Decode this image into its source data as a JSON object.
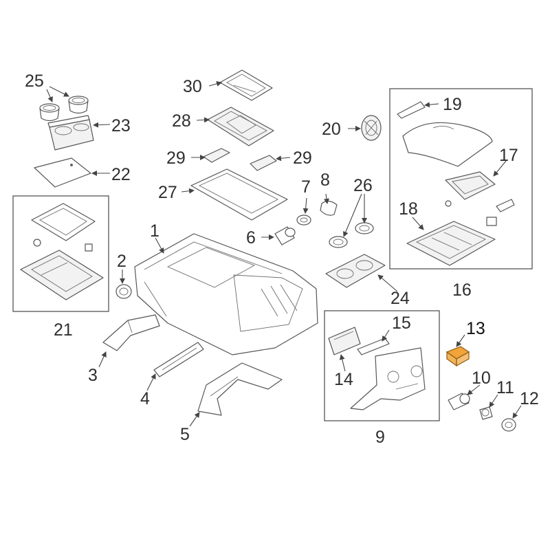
{
  "colors": {
    "highlight": "#f0a43a",
    "highlight_stroke": "#8a5a12",
    "line": "#555555",
    "text": "#2f2f2f"
  },
  "callouts": {
    "c1": "1",
    "c2": "2",
    "c3": "3",
    "c4": "4",
    "c5": "5",
    "c6": "6",
    "c7": "7",
    "c8": "8",
    "c9": "9",
    "c10": "10",
    "c11": "11",
    "c12": "12",
    "c13": "13",
    "c14": "14",
    "c15": "15",
    "c16": "16",
    "c17": "17",
    "c18": "18",
    "c19": "19",
    "c20": "20",
    "c21": "21",
    "c22": "22",
    "c23": "23",
    "c24": "24",
    "c25": "25",
    "c26": "26",
    "c27": "27",
    "c28": "28",
    "c29a": "29",
    "c29b": "29",
    "c30": "30"
  },
  "highlighted_part": "13"
}
